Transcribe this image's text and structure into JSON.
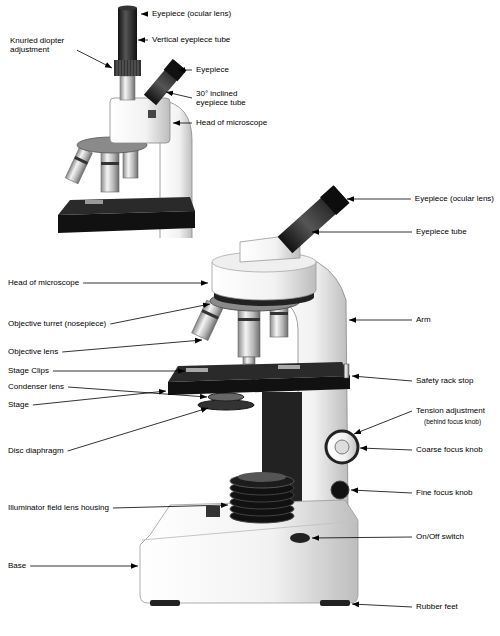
{
  "diagram": {
    "labels": [
      "Eyepiece (ocular lens)",
      "Vertical eyepiece tube",
      "Knurled diopter adjustment",
      "Eyepiece",
      "30° inclined eyepiece tube",
      "Head of microscope",
      "Eyepiece (ocular lens)",
      "Eyepiece tube",
      "Head of microscope",
      "Objective turret (nosepiece)",
      "Arm",
      "Objective lens",
      "Stage Clips",
      "Safety rack stop",
      "Condenser lens",
      "Stage",
      "Tension adjustment",
      "(behind focus knob)",
      "Disc diaphragm",
      "Coarse focus knob",
      "Fine focus knob",
      "Illuminator field lens housing",
      "On/Off switch",
      "Base",
      "Rubber feet"
    ]
  }
}
